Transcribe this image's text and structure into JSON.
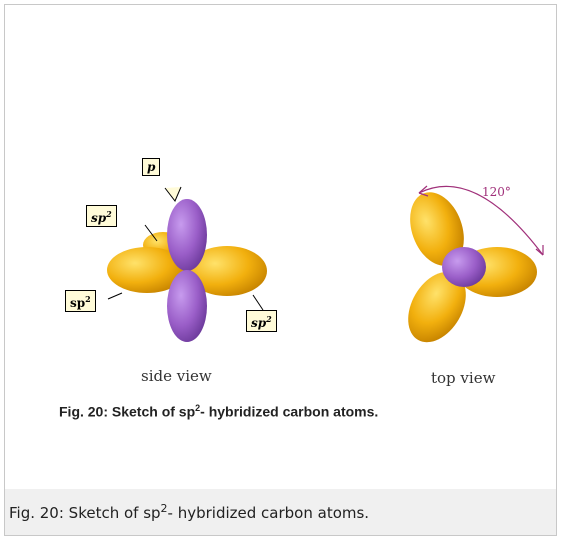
{
  "figure": {
    "labels": {
      "p": "p",
      "sp2_top": "sp",
      "sp2_left": "sp",
      "sp2_right": "sp",
      "sup": "2"
    },
    "side_view": "side view",
    "top_view": "top view",
    "angle": "120°",
    "inner_caption": {
      "prefix": "Fig. 20:  Sketch of sp",
      "sup": "2",
      "suffix": "- hybridized carbon atoms."
    }
  },
  "caption": {
    "prefix": "Fig. 20: Sketch of sp",
    "sup": "2",
    "suffix": "- hybridized carbon atoms."
  },
  "colors": {
    "lobe_yellow": "#f2b00e",
    "lobe_purple": "#9a5ec8",
    "arrow": "#a0307a"
  }
}
